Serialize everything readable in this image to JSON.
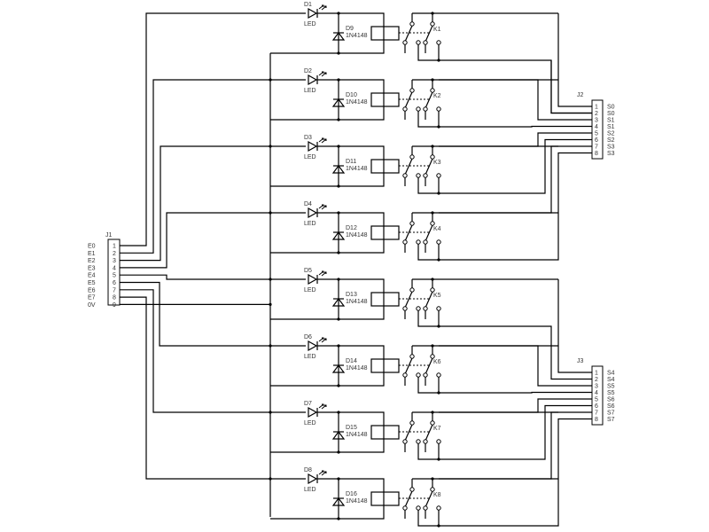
{
  "j1": {
    "ref": "J1",
    "pins": [
      "1",
      "2",
      "3",
      "4",
      "5",
      "6",
      "7",
      "8",
      "9"
    ],
    "signals": [
      "E0",
      "E1",
      "E2",
      "E3",
      "E4",
      "E5",
      "E6",
      "E7",
      "0V"
    ]
  },
  "j2": {
    "ref": "J2",
    "pins": [
      "1",
      "2",
      "3",
      "4",
      "5",
      "6",
      "7",
      "8"
    ],
    "signals": [
      "S0",
      "S0",
      "S1",
      "S1",
      "S2",
      "S2",
      "S3",
      "S3"
    ]
  },
  "j3": {
    "ref": "J3",
    "pins": [
      "1",
      "2",
      "3",
      "4",
      "5",
      "6",
      "7",
      "8"
    ],
    "signals": [
      "S4",
      "S4",
      "S5",
      "S5",
      "S6",
      "S6",
      "S7",
      "S7"
    ]
  },
  "channels": [
    {
      "led": "D1",
      "led_type": "LED",
      "diode": "D9",
      "diode_type": "1N4148",
      "relay": "K1"
    },
    {
      "led": "D2",
      "led_type": "LED",
      "diode": "D10",
      "diode_type": "1N4148",
      "relay": "K2"
    },
    {
      "led": "D3",
      "led_type": "LED",
      "diode": "D11",
      "diode_type": "1N4148",
      "relay": "K3"
    },
    {
      "led": "D4",
      "led_type": "LED",
      "diode": "D12",
      "diode_type": "1N4148",
      "relay": "K4"
    },
    {
      "led": "D5",
      "led_type": "LED",
      "diode": "D13",
      "diode_type": "1N4148",
      "relay": "K5"
    },
    {
      "led": "D6",
      "led_type": "LED",
      "diode": "D14",
      "diode_type": "1N4148",
      "relay": "K6"
    },
    {
      "led": "D7",
      "led_type": "LED",
      "diode": "D15",
      "diode_type": "1N4148",
      "relay": "K7"
    },
    {
      "led": "D8",
      "led_type": "LED",
      "diode": "D16",
      "diode_type": "1N4148",
      "relay": "K8"
    }
  ],
  "colors": {
    "line": "#000000",
    "text": "#333333",
    "background": "#ffffff"
  }
}
